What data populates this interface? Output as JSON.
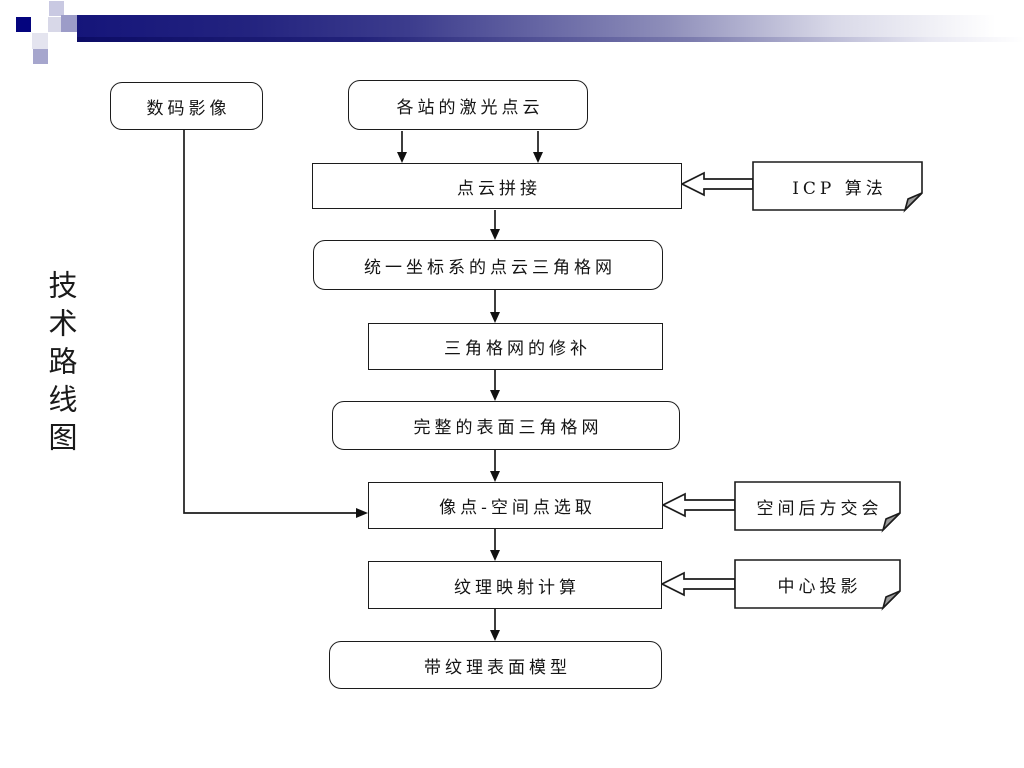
{
  "slide": {
    "title": "技术路线图"
  },
  "boxes": {
    "digital_image": {
      "label": "数码影像",
      "shape": "rounded"
    },
    "laser_point_clouds": {
      "label": "各站的激光点云",
      "shape": "rounded"
    },
    "point_cloud_stitch": {
      "label": "点云拼接",
      "shape": "rect"
    },
    "icp_algorithm": {
      "label": "ICP 算法",
      "shape": "note"
    },
    "unified_mesh": {
      "label": "统一坐标系的点云三角格网",
      "shape": "rounded"
    },
    "mesh_repair": {
      "label": "三角格网的修补",
      "shape": "rect"
    },
    "complete_mesh": {
      "label": "完整的表面三角格网",
      "shape": "rounded"
    },
    "point_selection": {
      "label": "像点-空间点选取",
      "shape": "rect"
    },
    "space_resection": {
      "label": "空间后方交会",
      "shape": "note"
    },
    "texture_mapping": {
      "label": "纹理映射计算",
      "shape": "rect"
    },
    "central_projection": {
      "label": "中心投影",
      "shape": "note"
    },
    "textured_model": {
      "label": "带纹理表面模型",
      "shape": "rounded"
    }
  },
  "colors": {
    "accent_navy": "#15157a",
    "shape_border": "#1c1c1c",
    "background": "#ffffff",
    "fold_shadow": "#9a9a9a"
  }
}
